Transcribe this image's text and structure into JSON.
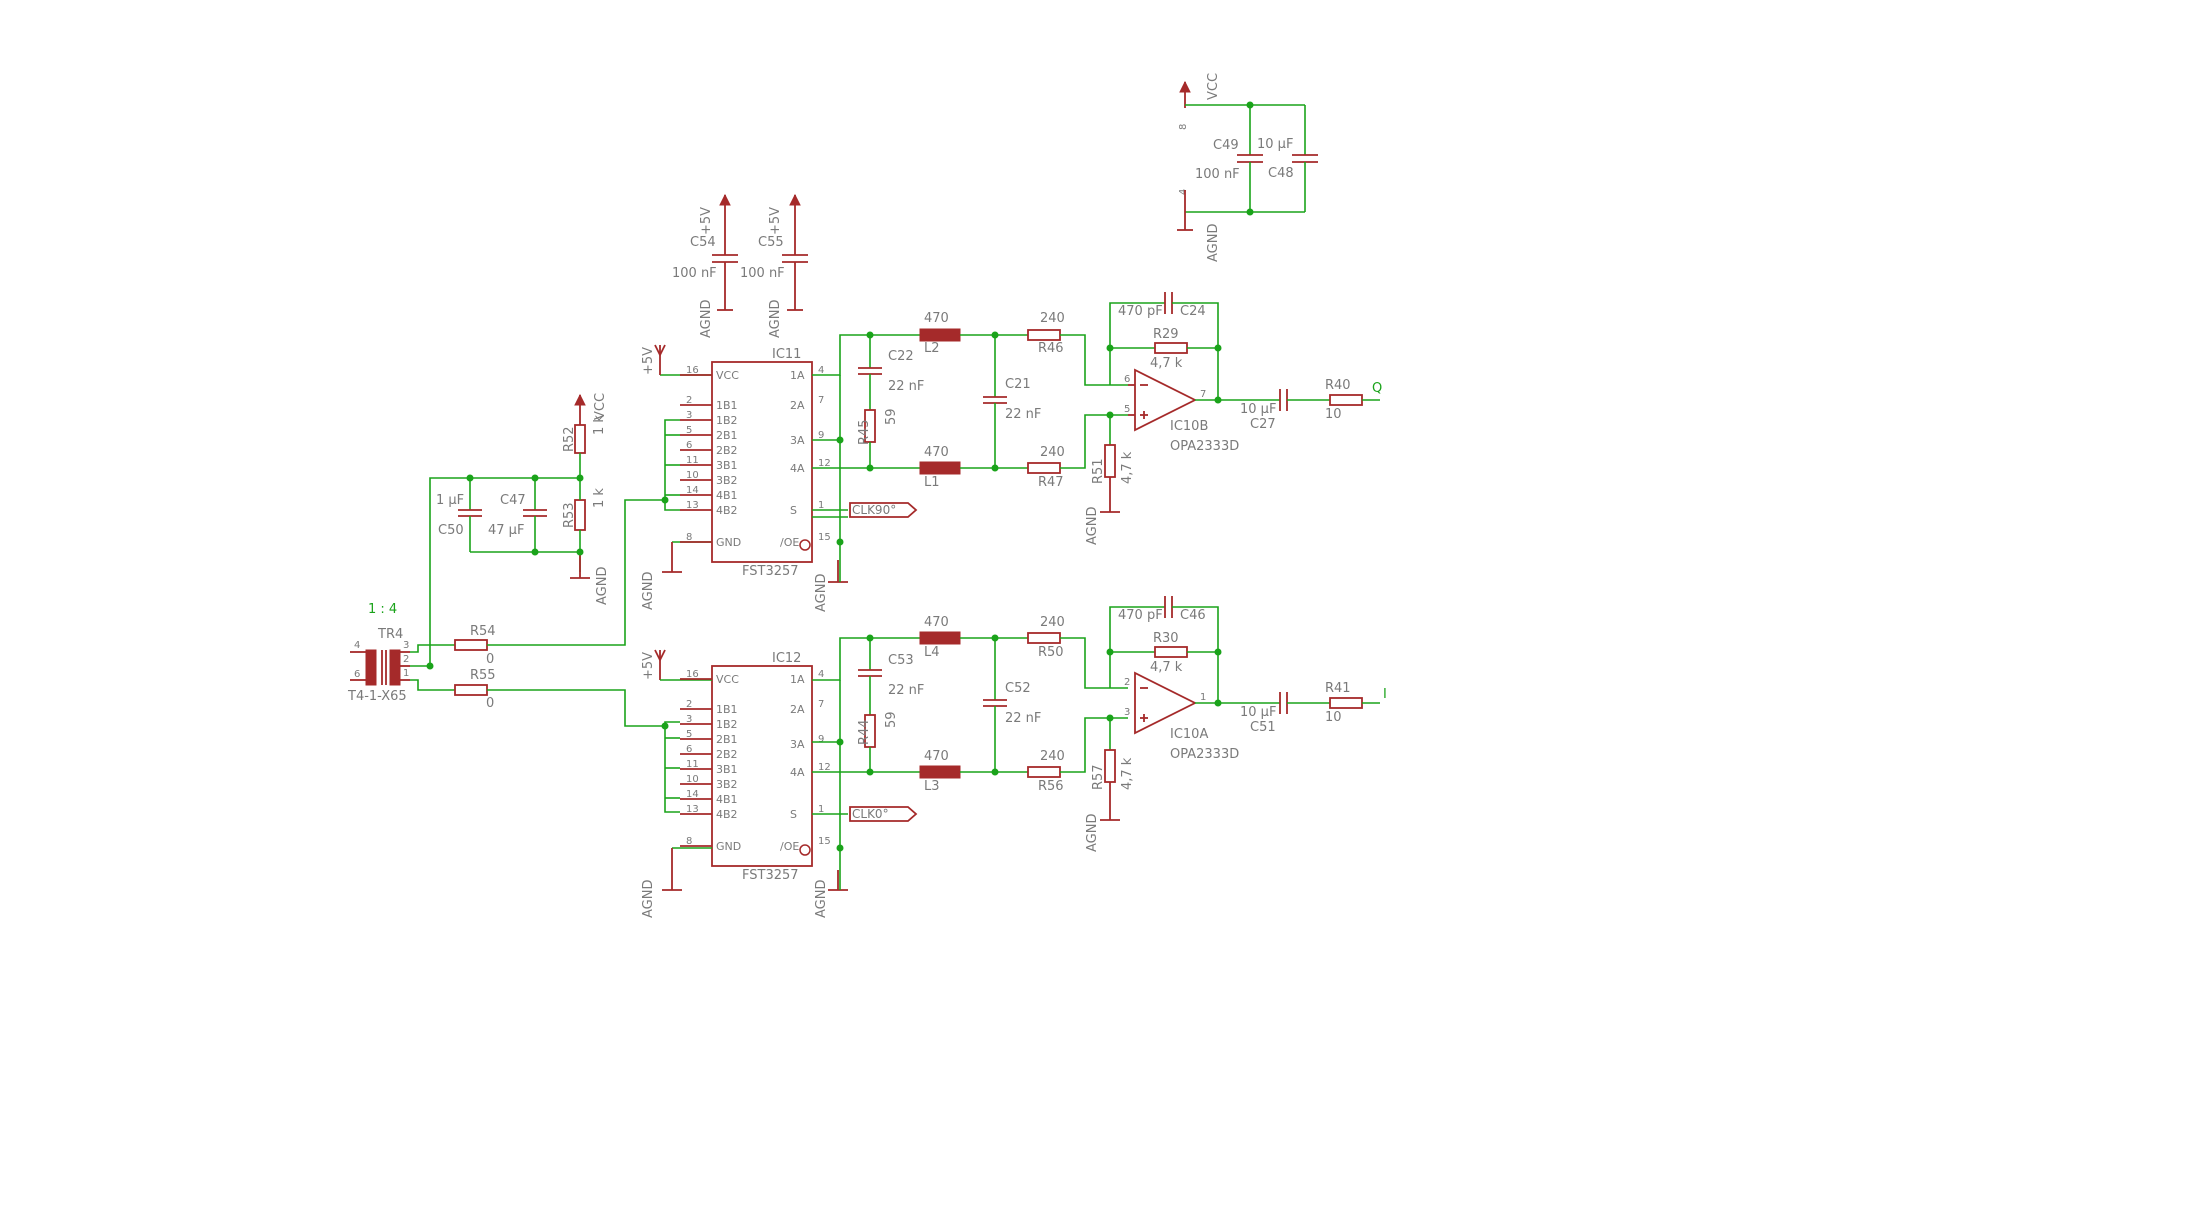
{
  "components": {
    "C54": {
      "name": "C54",
      "value": "100 nF",
      "supply": "+5V",
      "gnd": "AGND"
    },
    "C55": {
      "name": "C55",
      "value": "100 nF",
      "supply": "+5V",
      "gnd": "AGND"
    },
    "C49": {
      "name": "C49",
      "value": "100 nF"
    },
    "C48": {
      "name": "C48",
      "value": "10 µF"
    },
    "vcc_top": {
      "supply": "VCC",
      "pin8": "8",
      "pin4": "4",
      "gnd": "AGND"
    },
    "IC11": {
      "name": "IC11",
      "part": "FST3257",
      "supply": "+5V",
      "gnd": "AGND",
      "gnd2": "AGND"
    },
    "IC12": {
      "name": "IC12",
      "part": "FST3257",
      "supply": "+5V",
      "gnd": "AGND",
      "gnd2": "AGND"
    },
    "ic_pins_left": [
      "VCC",
      "1B1",
      "1B2",
      "2B1",
      "2B2",
      "3B1",
      "3B2",
      "4B1",
      "4B2",
      "GND"
    ],
    "ic_pinnums_left": [
      "16",
      "2",
      "3",
      "5",
      "6",
      "11",
      "10",
      "14",
      "13",
      "8"
    ],
    "ic_pins_right": [
      "1A",
      "2A",
      "3A",
      "4A",
      "S",
      "/OE"
    ],
    "ic_pinnums_right": [
      "4",
      "7",
      "9",
      "12",
      "1",
      "15"
    ],
    "C22": {
      "name": "C22",
      "value": "22 nF"
    },
    "C53": {
      "name": "C53",
      "value": "22 nF"
    },
    "R45": {
      "name": "R45",
      "value": "59"
    },
    "R44": {
      "name": "R44",
      "value": "59"
    },
    "L2": {
      "name": "L2",
      "value": "470"
    },
    "L1": {
      "name": "L1",
      "value": "470"
    },
    "L4": {
      "name": "L4",
      "value": "470"
    },
    "L3": {
      "name": "L3",
      "value": "470"
    },
    "C21": {
      "name": "C21",
      "value": "22 nF"
    },
    "C52": {
      "name": "C52",
      "value": "22 nF"
    },
    "R46": {
      "name": "R46",
      "value": "240"
    },
    "R47": {
      "name": "R47",
      "value": "240"
    },
    "R50": {
      "name": "R50",
      "value": "240"
    },
    "R56": {
      "name": "R56",
      "value": "240"
    },
    "C24": {
      "name": "C24",
      "value": "470 pF"
    },
    "C46": {
      "name": "C46",
      "value": "470 pF"
    },
    "R29": {
      "name": "R29",
      "value": "4,7 k"
    },
    "R30": {
      "name": "R30",
      "value": "4,7 k"
    },
    "R51": {
      "name": "R51",
      "value": "4,7 k",
      "gnd": "AGND"
    },
    "R57": {
      "name": "R57",
      "value": "4,7 k",
      "gnd": "AGND"
    },
    "IC10B": {
      "name": "IC10B",
      "part": "OPA2333D",
      "pin_minus": "6",
      "pin_plus": "5",
      "pin_out": "7"
    },
    "IC10A": {
      "name": "IC10A",
      "part": "OPA2333D",
      "pin_minus": "2",
      "pin_plus": "3",
      "pin_out": "1"
    },
    "C27": {
      "name": "C27",
      "value": "10 µF"
    },
    "C51": {
      "name": "C51",
      "value": "10 µF"
    },
    "R40": {
      "name": "R40",
      "value": "10"
    },
    "R41": {
      "name": "R41",
      "value": "10"
    },
    "out_q": "Q",
    "out_i": "I",
    "clk90": "CLK90°",
    "clk0": "CLK0°",
    "R52": {
      "name": "R52",
      "value": "1 k",
      "supply": "VCC"
    },
    "R53": {
      "name": "R53",
      "value": "1 k",
      "gnd": "AGND"
    },
    "C50": {
      "name": "C50",
      "value": "1 µF"
    },
    "C47": {
      "name": "C47",
      "value": "47 µF"
    },
    "TR4": {
      "name": "TR4",
      "part": "T4-1-X65",
      "ratio": "1 : 4",
      "pins": [
        "4",
        "6",
        "3",
        "2",
        "1"
      ]
    },
    "R54": {
      "name": "R54",
      "value": "0"
    },
    "R55": {
      "name": "R55",
      "value": "0"
    }
  },
  "colors": {
    "wire": "#1aa31a",
    "part": "#a52a2a",
    "text": "#7a7a7a",
    "net_label": "#1aa31a"
  }
}
